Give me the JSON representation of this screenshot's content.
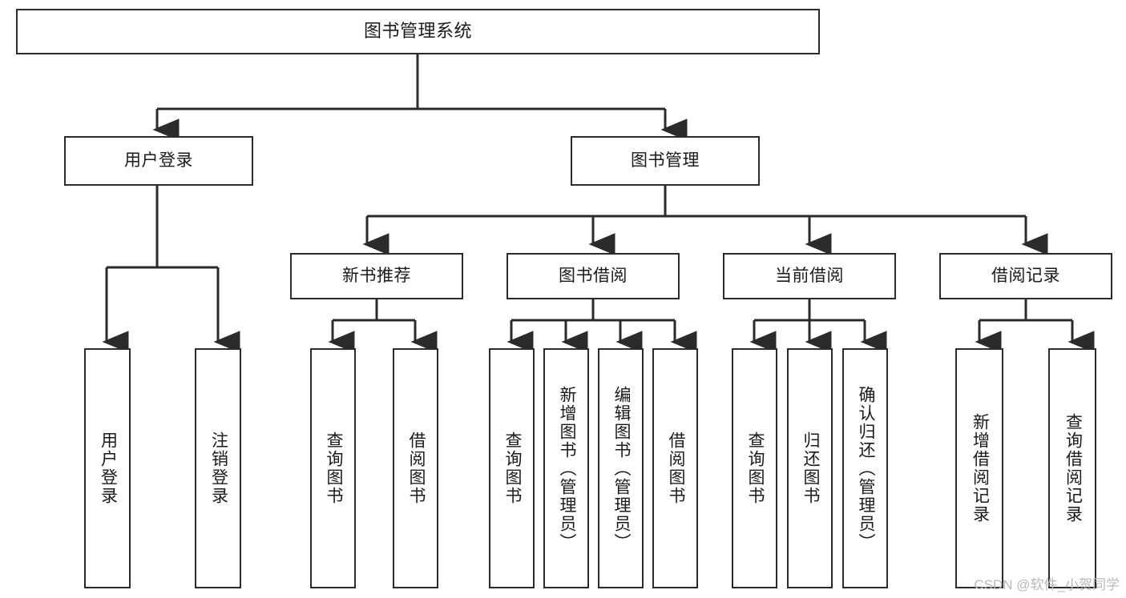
{
  "diagram": {
    "title": "图书管理系统",
    "type": "tree",
    "watermark": "CSDN @软件_小贺同学",
    "colors": {
      "background": "#ffffff",
      "node_border": "#2b2b2b",
      "node_fill": "#ffffff",
      "edge": "#2b2b2b",
      "text": "#1a1a1a",
      "watermark": "#b9b9b9"
    },
    "root": {
      "label": "图书管理系统"
    },
    "level2": [
      {
        "id": "user-login",
        "label": "用户登录"
      },
      {
        "id": "book-manage",
        "label": "图书管理"
      }
    ],
    "level3": [
      {
        "id": "new-book-rec",
        "label": "新书推荐",
        "parent": "book-manage"
      },
      {
        "id": "book-borrow",
        "label": "图书借阅",
        "parent": "book-manage"
      },
      {
        "id": "current-borrow",
        "label": "当前借阅",
        "parent": "book-manage"
      },
      {
        "id": "borrow-record",
        "label": "借阅记录",
        "parent": "book-manage"
      }
    ],
    "leaves": [
      {
        "id": "leaf-user-login",
        "label": "用户登录",
        "parent": "user-login"
      },
      {
        "id": "leaf-user-logout",
        "label": "注销登录",
        "parent": "user-login"
      },
      {
        "id": "leaf-rec-query-book",
        "label": "查询图书",
        "parent": "new-book-rec"
      },
      {
        "id": "leaf-rec-borrow-book",
        "label": "借阅图书",
        "parent": "new-book-rec"
      },
      {
        "id": "leaf-borrow-query-book",
        "label": "查询图书",
        "parent": "book-borrow"
      },
      {
        "id": "leaf-borrow-add-book",
        "label": "新增图书（管理员）",
        "parent": "book-borrow"
      },
      {
        "id": "leaf-borrow-edit-book",
        "label": "编辑图书（管理员）",
        "parent": "book-borrow"
      },
      {
        "id": "leaf-borrow-borrow-book",
        "label": "借阅图书",
        "parent": "book-borrow"
      },
      {
        "id": "leaf-cur-query-book",
        "label": "查询图书",
        "parent": "current-borrow"
      },
      {
        "id": "leaf-cur-return-book",
        "label": "归还图书",
        "parent": "current-borrow"
      },
      {
        "id": "leaf-cur-confirm-return",
        "label": "确认归还（管理员）",
        "parent": "current-borrow"
      },
      {
        "id": "leaf-rec-add-record",
        "label": "新增借阅记录",
        "parent": "borrow-record"
      },
      {
        "id": "leaf-rec-query-record",
        "label": "查询借阅记录",
        "parent": "borrow-record"
      }
    ]
  }
}
